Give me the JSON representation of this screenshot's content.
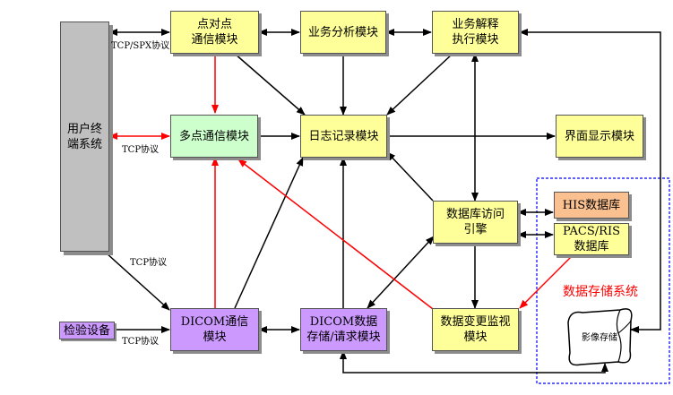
{
  "boxes": {
    "user_terminal": "用户终\n端系统",
    "p2p": "点对点\n通信模块",
    "business_analysis": "业务分析模块",
    "business_exec": "业务解释\n执行模块",
    "multipoint": "多点通信模块",
    "log": "日志记录模块",
    "ui_display": "界面显示模块",
    "db_access": "数据库访问\n引擎",
    "his_db": "HIS数据库",
    "pacs_db": "PACS/RIS\n数据库",
    "dicom_comm": "DICOM通信\n模块",
    "dicom_store": "DICOM数据\n存储/请求模块",
    "data_monitor": "数据变更监视\n模块",
    "lab_device": "检验设备",
    "image_storage": "影像存储"
  },
  "labels": {
    "tcp_spx": "TCP/SPX协议",
    "tcp1": "TCP协议",
    "tcp2": "TCP协议",
    "tcp3": "TCP协议"
  },
  "storage_system_title": "数据存储系统",
  "colors": {
    "yellow": "#ffff99",
    "green": "#ccffcc",
    "purple": "#cc99ff",
    "orange": "#fac090",
    "gray": "#c0c0c0",
    "red_arrow": "#ff0000",
    "storage_border": "#0000ff"
  }
}
